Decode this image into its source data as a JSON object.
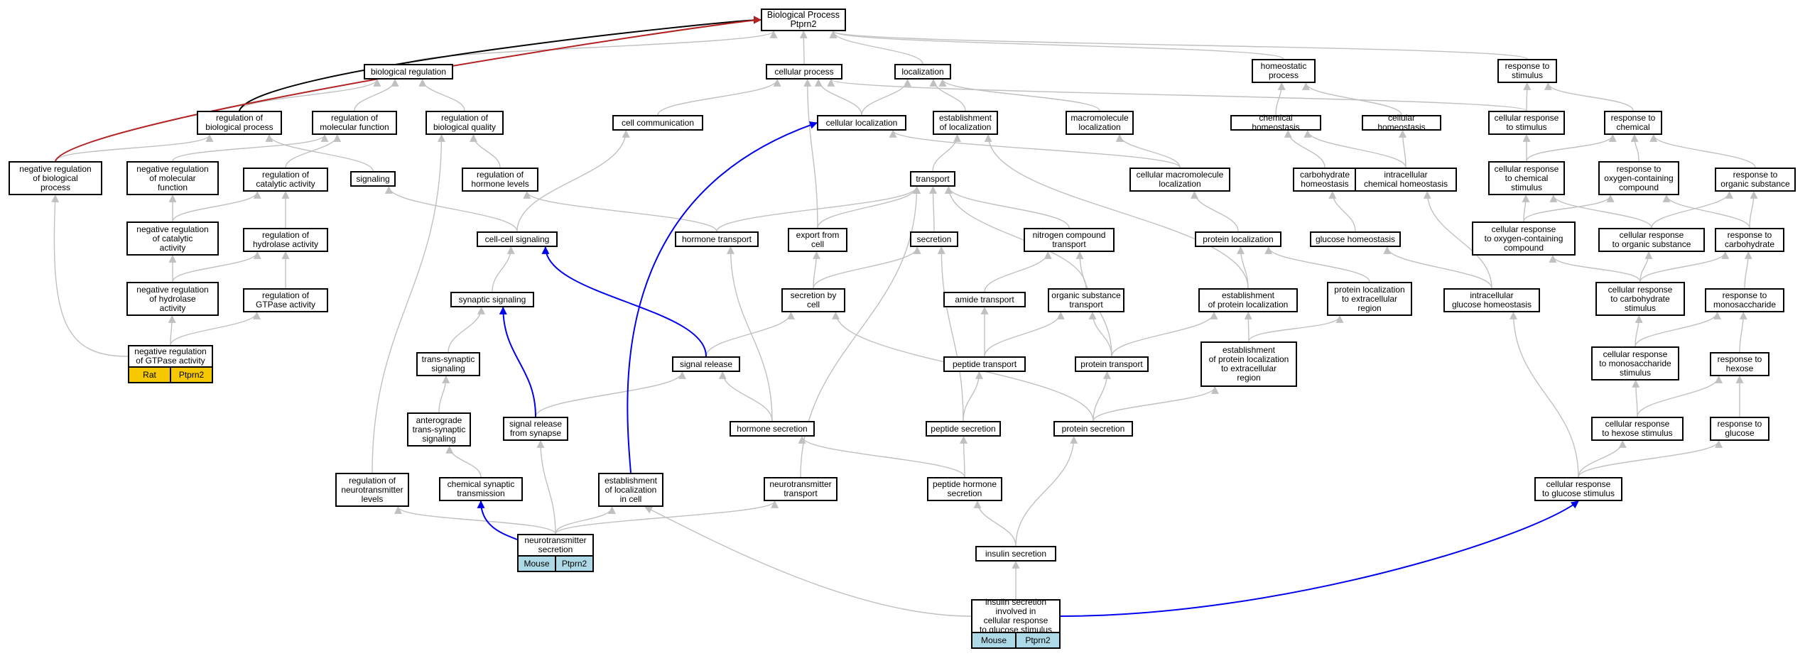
{
  "colors": {
    "default_edge": "#c0c0c0",
    "highlight_blue": "#0000ee",
    "highlight_red": "#b22222",
    "highlight_black": "#000000",
    "rat_badge": "#f5c800",
    "mouse_badge": "#add8e6"
  },
  "nodes": {
    "root": "Biological Process\nPtprn2",
    "bio_reg": "biological regulation",
    "cell_proc": "cellular process",
    "localization": "localization",
    "homeostatic": "homeostatic\nprocess",
    "resp_stim": "response to\nstimulus",
    "reg_bio_proc": "regulation of\nbiological process",
    "reg_mol_func": "regulation of\nmolecular function",
    "reg_bio_qual": "regulation of\nbiological quality",
    "cell_comm": "cell communication",
    "cell_loc": "cellular localization",
    "est_loc": "establishment\nof localization",
    "macro_loc": "macromolecule\nlocalization",
    "chem_homeo": "chemical homeostasis",
    "cell_homeo": "cellular homeostasis",
    "cell_resp_stim": "cellular response\nto stimulus",
    "resp_chem": "response to\nchemical",
    "neg_reg_bio_proc": "negative regulation\nof biological\nprocess",
    "neg_reg_mol_func": "negative regulation\nof molecular\nfunction",
    "reg_cat_act": "regulation of\ncatalytic activity",
    "signaling": "signaling",
    "reg_horm_lev": "regulation of\nhormone levels",
    "transport": "transport",
    "cell_macro_loc": "cellular macromolecule\nlocalization",
    "carb_homeo": "carbohydrate\nhomeostasis",
    "intra_chem_homeo": "intracellular\nchemical homeostasis",
    "cell_resp_chem": "cellular response\nto chemical\nstimulus",
    "resp_oxy": "response to\noxygen-containing\ncompound",
    "resp_org": "response to\norganic substance",
    "neg_reg_cat_act": "negative regulation\nof catalytic\nactivity",
    "reg_hydro_act": "regulation of\nhydrolase activity",
    "cell_cell_sig": "cell-cell signaling",
    "horm_transport": "hormone transport",
    "export_cell": "export from\ncell",
    "secretion": "secretion",
    "nitrogen_transport": "nitrogen compound\ntransport",
    "protein_loc": "protein localization",
    "glucose_homeo": "glucose homeostasis",
    "cell_resp_oxy": "cellular response\nto oxygen-containing\ncompound",
    "cell_resp_org": "cellular response\nto organic substance",
    "resp_carb": "response to\ncarbohydrate",
    "neg_reg_hydro_act": "negative regulation\nof hydrolase\nactivity",
    "reg_gtpase_act": "regulation of\nGTPase activity",
    "syn_sig": "synaptic signaling",
    "sec_by_cell": "secretion by\ncell",
    "amide_transport": "amide transport",
    "org_sub_transport": "organic substance\ntransport",
    "est_prot_loc": "establishment\nof protein localization",
    "prot_loc_extra": "protein localization\nto extracellular\nregion",
    "intra_glucose_homeo": "intracellular\nglucose homeostasis",
    "cell_resp_carb": "cellular response\nto carbohydrate\nstimulus",
    "resp_monosacc": "response to\nmonosaccharide",
    "neg_reg_gtpase": "negative regulation\nof GTPase activity",
    "trans_syn_sig": "trans-synaptic\nsignaling",
    "signal_release": "signal release",
    "peptide_transport": "peptide transport",
    "protein_transport": "protein transport",
    "est_prot_loc_extra": "establishment\nof protein localization\nto extracellular\nregion",
    "cell_resp_monosacc": "cellular response\nto monosaccharide\nstimulus",
    "resp_hexose": "response to\nhexose",
    "antero_sig": "anterograde\ntrans-synaptic\nsignaling",
    "sig_rel_synapse": "signal release\nfrom synapse",
    "horm_secretion": "hormone secretion",
    "pep_secretion": "peptide secretion",
    "prot_secretion": "protein secretion",
    "cell_resp_hexose": "cellular response\nto hexose stimulus",
    "resp_glucose": "response to\nglucose",
    "reg_nt_levels": "regulation of\nneurotransmitter\nlevels",
    "chem_syn_trans": "chemical synaptic\ntransmission",
    "est_loc_cell": "establishment\nof localization\nin cell",
    "nt_transport": "neurotransmitter\ntransport",
    "pep_horm_sec": "peptide hormone\nsecretion",
    "cell_resp_glucose": "cellular response\nto glucose stimulus",
    "nt_secretion": "neurotransmitter\nsecretion",
    "insulin_sec": "insulin secretion",
    "insulin_sec_resp": "insulin secretion\ninvolved in\ncellular response\nto glucose stimulus"
  },
  "annotations": {
    "neg_reg_gtpase": {
      "species": "Rat",
      "gene": "Ptprn2"
    },
    "nt_secretion": {
      "species": "Mouse",
      "gene": "Ptprn2"
    },
    "insulin_sec_resp": {
      "species": "Mouse",
      "gene": "Ptprn2"
    }
  }
}
